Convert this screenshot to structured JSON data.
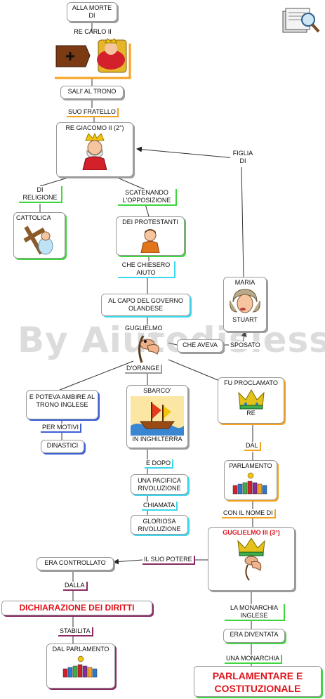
{
  "watermark": "By Aiutodislessia.net",
  "colors": {
    "orange": "#f6a21e",
    "green": "#3fd63f",
    "cyan": "#39d8ec",
    "blue": "#3c5fd8",
    "purple": "#8a2b66",
    "red": "#e0141b"
  },
  "icons": {
    "top_right": "magnifier-book-icon",
    "re_carlo": "coffin-king-icon",
    "giacomo": "king-icon",
    "cattolica": "praying-cross-icon",
    "protestanti": "man-icon",
    "maria": "woman-icon",
    "guglielmo": "big-nose-man-icon",
    "sbarco": "ship-icon",
    "proclamato": "crown-icon",
    "parlamento": "crowd-icon",
    "guglielmo_iii": "crowned-nose-icon",
    "dal_parlamento": "crowd-icon"
  },
  "nodes": {
    "alla_morte": "ALLA MORTE DI",
    "re_carlo": "RE CARLO II",
    "sali_al_trono": "SALI' AL TRONO",
    "re_giacomo": "RE GIACOMO II (2°)",
    "cattolica": "CATTOLICA",
    "dei_protestanti": "DEI PROTESTANTI",
    "al_capo": "AL CAPO DEL GOVERNO OLANDESE",
    "maria": "MARIA",
    "stuart": "STUART",
    "che_aveva": "CHE AVEVA",
    "e_poteva": "E POTEVA AMBIRE AL TRONO INGLESE",
    "dinastici": "DINASTICI",
    "sbarco": "SBARCO'",
    "in_inghilterra": "IN INGHILTERRA",
    "una_pacifica": "UNA PACIFICA RIVOLUZIONE",
    "gloriosa": "GLORIOSA RIVOLUZIONE",
    "fu_proclamato": "FU PROCLAMATO",
    "re": "RE",
    "parlamento": "PARLAMENTO",
    "guglielmo_iii": "GUGLIELMO III (3°)",
    "era_controllato": "ERA CONTROLLATO",
    "dichiarazione": "DICHIARAZIONE DEI DIRITTI",
    "dal_parlamento": "DAL PARLAMENTO",
    "era_diventata": "ERA DIVENTATA",
    "parlamentare": "PARLAMENTARE E COSTITUZIONALE"
  },
  "labels": {
    "suo_fratello": "SUO FRATELLO",
    "figlia_di": "FIGLIA DI",
    "di_religione": "DI RELIGIONE",
    "scatenando": "SCATENANDO L'OPPOSIZIONE",
    "che_chiesero": "CHE CHIESERO AIUTO",
    "guglielmo": "GUGLIELMO",
    "dorange": "D'ORANGE",
    "sposato": "SPOSATO",
    "per_motivi": "PER MOTIVI",
    "e_dopo": "E DOPO",
    "chiamata": "CHIAMATA",
    "dal": "DAL",
    "con_il_nome_di": "CON IL NOME DI",
    "il_suo_potere": "IL SUO POTERE",
    "dalla": "DALLA",
    "stabilita": "STABILITA",
    "la_monarchia": "LA MONARCHIA INGLESE",
    "una_monarchia": "UNA MONARCHIA"
  }
}
